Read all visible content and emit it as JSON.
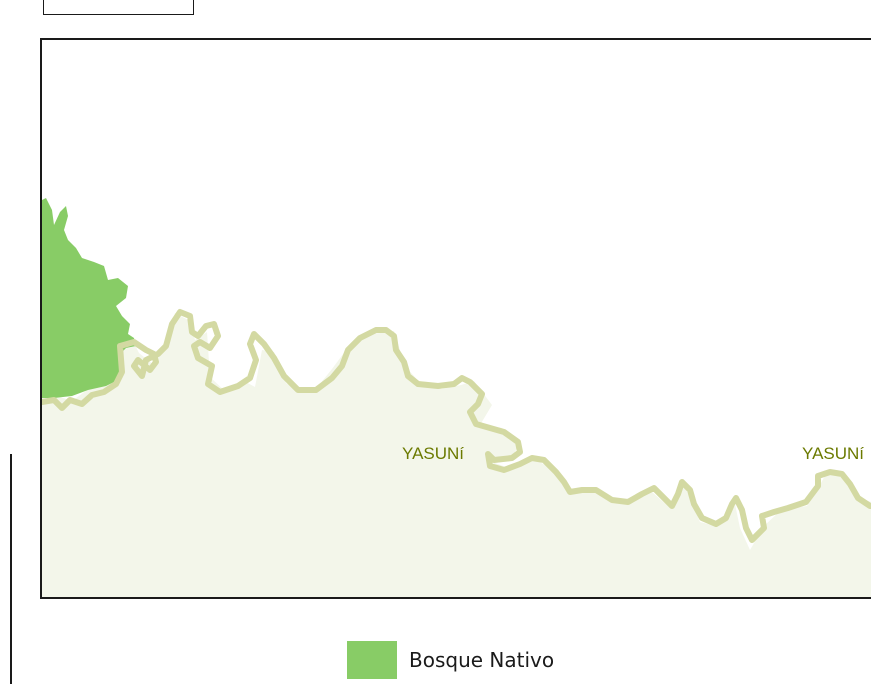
{
  "map": {
    "labels": [
      {
        "id": "yasuni-1",
        "text": "YASUNí"
      },
      {
        "id": "yasuni-2",
        "text": "YASUNí"
      }
    ]
  },
  "legend": {
    "items": [
      {
        "label": "Bosque Nativo",
        "color": "#88cc66"
      }
    ]
  },
  "colors": {
    "lowland_fill": "#f3f6ea",
    "river_stroke": "#d3d9a2",
    "forest_fill": "#88cc66",
    "label_text": "#6b7a00",
    "frame_border": "#1a1a1a"
  }
}
